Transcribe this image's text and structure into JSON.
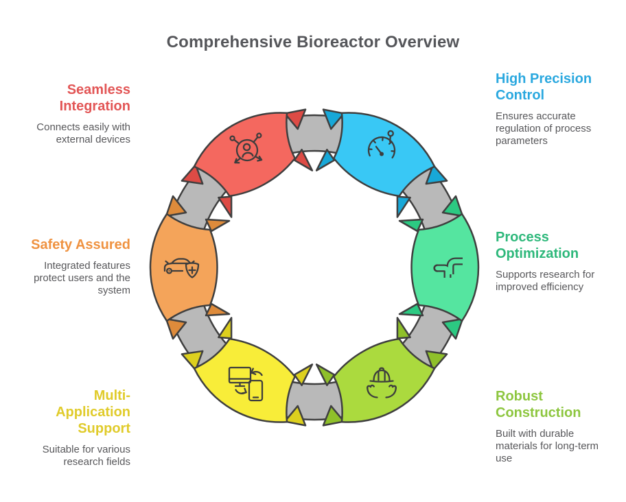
{
  "title": "Comprehensive Bioreactor Overview",
  "ring": {
    "color": "#b9b9b9",
    "outline": "#3f3f3f",
    "background": "#ffffff"
  },
  "items": [
    {
      "id": "seamless-integration",
      "title": "Seamless Integration",
      "description": "Connects easily with external devices",
      "color": "#f4685f",
      "fold_color": "#dd4b45",
      "label_color": "#e25555",
      "icon": "network-user-icon",
      "position": "top-left"
    },
    {
      "id": "high-precision-control",
      "title": "High Precision Control",
      "description": "Ensures accurate regulation of process parameters",
      "color": "#39c8f5",
      "fold_color": "#18a8d8",
      "label_color": "#2aa8df",
      "icon": "gauge-icon",
      "position": "top-right"
    },
    {
      "id": "process-optimization",
      "title": "Process Optimization",
      "description": "Supports research for improved efficiency",
      "color": "#55e5a0",
      "fold_color": "#2cc982",
      "label_color": "#2eb87b",
      "icon": "corner-arrows-icon",
      "position": "middle-right"
    },
    {
      "id": "robust-construction",
      "title": "Robust Construction",
      "description": "Built with durable materials for long-term use",
      "color": "#abda3e",
      "fold_color": "#8fc02a",
      "label_color": "#8dc63f",
      "icon": "hardhat-hands-icon",
      "position": "bottom-right"
    },
    {
      "id": "multi-application-support",
      "title": "Multi-Application Support",
      "description": "Suitable for various research fields",
      "color": "#f8ed39",
      "fold_color": "#ddd01e",
      "label_color": "#e0cb2a",
      "icon": "devices-sync-icon",
      "position": "bottom-left"
    },
    {
      "id": "safety-assured",
      "title": "Safety Assured",
      "description": "Integrated features protect users and the system",
      "color": "#f4a45a",
      "fold_color": "#de8b3b",
      "label_color": "#ef9240",
      "icon": "car-shield-icon",
      "position": "middle-left"
    }
  ]
}
